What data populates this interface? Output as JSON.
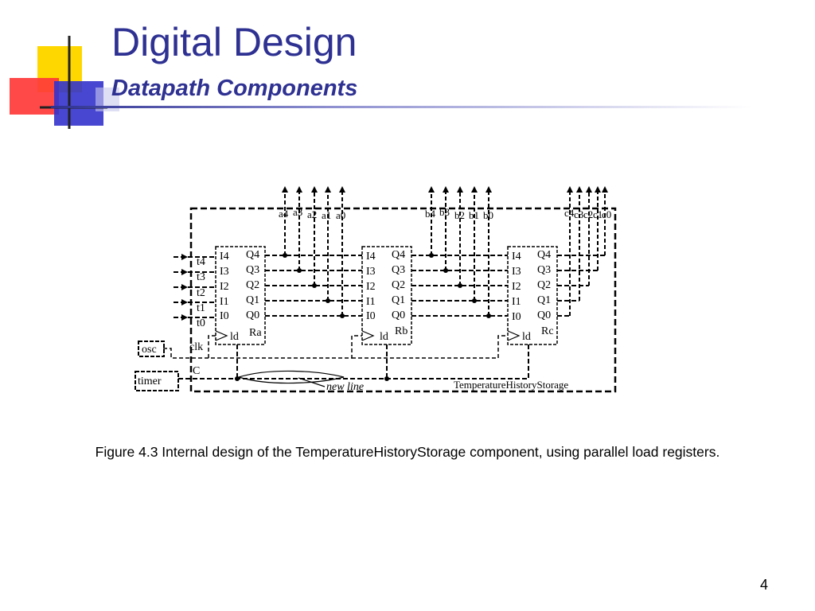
{
  "slide": {
    "title": "Digital Design",
    "subtitle": "Datapath Components",
    "caption": "Figure 4.3 Internal design of the TemperatureHistoryStorage component, using parallel load registers.",
    "page_number": "4"
  },
  "logo": {
    "colors": [
      "#ffd700",
      "#ff3a3a",
      "#3333cc"
    ]
  },
  "diagram": {
    "component_name": "TemperatureHistoryStorage",
    "registers": [
      {
        "name": "Ra",
        "inputs": [
          "I4",
          "I3",
          "I2",
          "I1",
          "I0"
        ],
        "outputs": [
          "Q4",
          "Q3",
          "Q2",
          "Q1",
          "Q0"
        ],
        "load_label": "ld"
      },
      {
        "name": "Rb",
        "inputs": [
          "I4",
          "I3",
          "I2",
          "I1",
          "I0"
        ],
        "outputs": [
          "Q4",
          "Q3",
          "Q2",
          "Q1",
          "Q0"
        ],
        "load_label": "ld"
      },
      {
        "name": "Rc",
        "inputs": [
          "I4",
          "I3",
          "I2",
          "I1",
          "I0"
        ],
        "outputs": [
          "Q4",
          "Q3",
          "Q2",
          "Q1",
          "Q0"
        ],
        "load_label": "ld"
      }
    ],
    "input_labels": [
      "t4",
      "t3",
      "t2",
      "t1",
      "t0"
    ],
    "output_groups": [
      [
        "a4",
        "a3",
        "a2",
        "a1",
        "a0"
      ],
      [
        "b4",
        "b3",
        "b2",
        "b1",
        "b0"
      ],
      [
        "c4",
        "c3",
        "c2",
        "c1",
        "c0"
      ]
    ],
    "clk_label": "clk",
    "c_label": "C",
    "osc_label": "osc",
    "timer_label": "timer",
    "annotation": "new line"
  }
}
